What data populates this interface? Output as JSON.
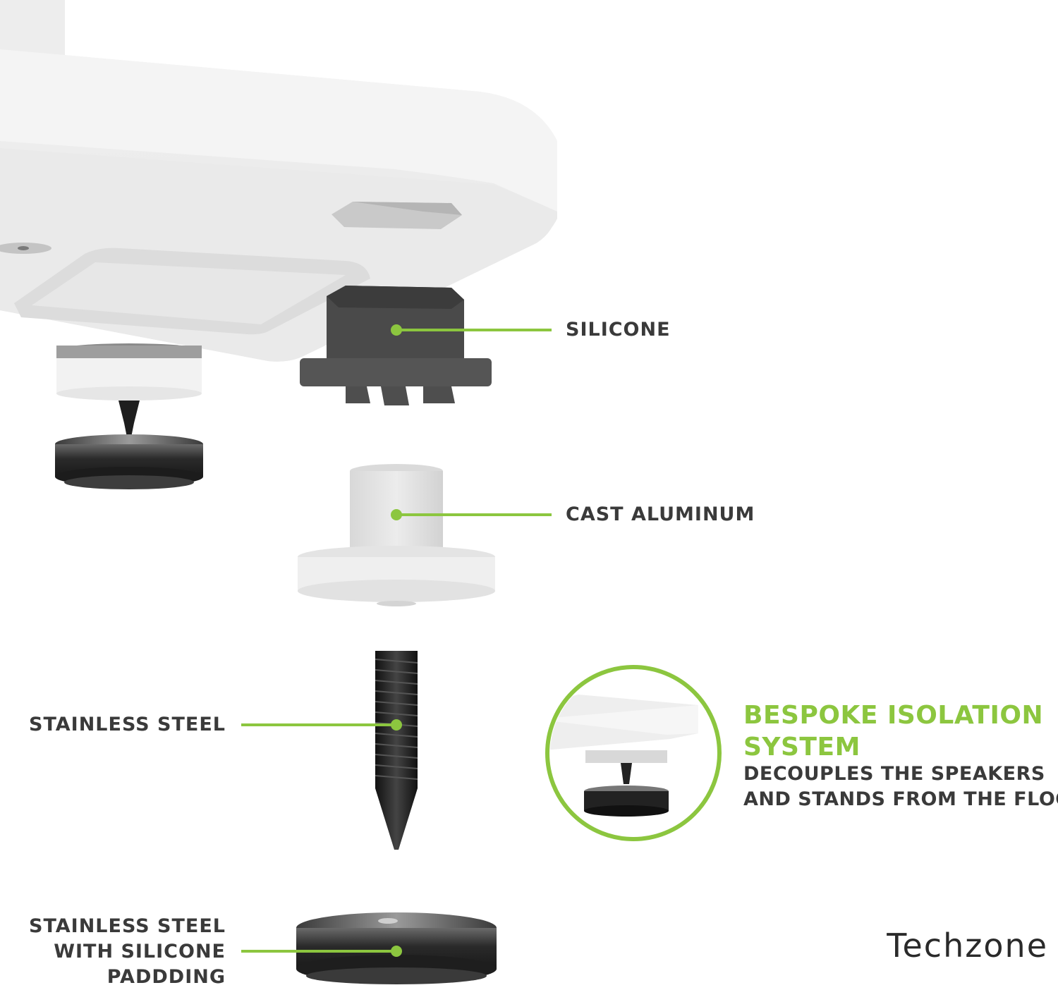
{
  "labels": {
    "silicone": "SILICONE",
    "cast_aluminum": "CAST ALUMINUM",
    "stainless_steel": "STAINLESS STEEL",
    "stainless_steel_pad": [
      "STAINLESS STEEL",
      "WITH SILICONE",
      "PADDDING"
    ]
  },
  "callout": {
    "title_lines": [
      "BESPOKE ISOLATION",
      "SYSTEM"
    ],
    "subtitle_lines": [
      "DECOUPLES THE SPEAKERS",
      "AND STANDS FROM THE FLOOR"
    ]
  },
  "brand": "Techzone",
  "colors": {
    "accent": "#8cc63f",
    "text": "#3a3a3a",
    "base_white": "#f2f2f2",
    "silicone_dark": "#4a4a4a",
    "steel_black": "#1e1e1e"
  }
}
